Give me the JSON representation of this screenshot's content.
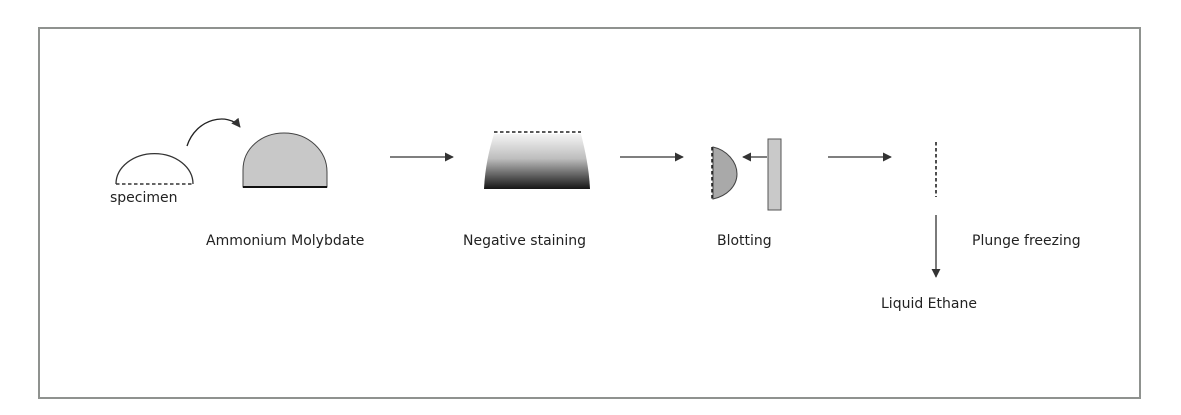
{
  "diagram": {
    "labels": {
      "specimen": "specimen",
      "ammonium_molybdate": "Ammonium Molybdate",
      "negative_staining": "Negative staining",
      "blotting": "Blotting",
      "plunge_freezing": "Plunge freezing",
      "liquid_ethane": "Liquid Ethane"
    },
    "colors": {
      "border": "#8f928f",
      "dome_fill": "#c8c8c8",
      "stroke": "#333333",
      "paper_fill": "#c9c9c9",
      "gradient_top": "#f2f2f2",
      "gradient_bottom": "#1a1a1a"
    }
  }
}
